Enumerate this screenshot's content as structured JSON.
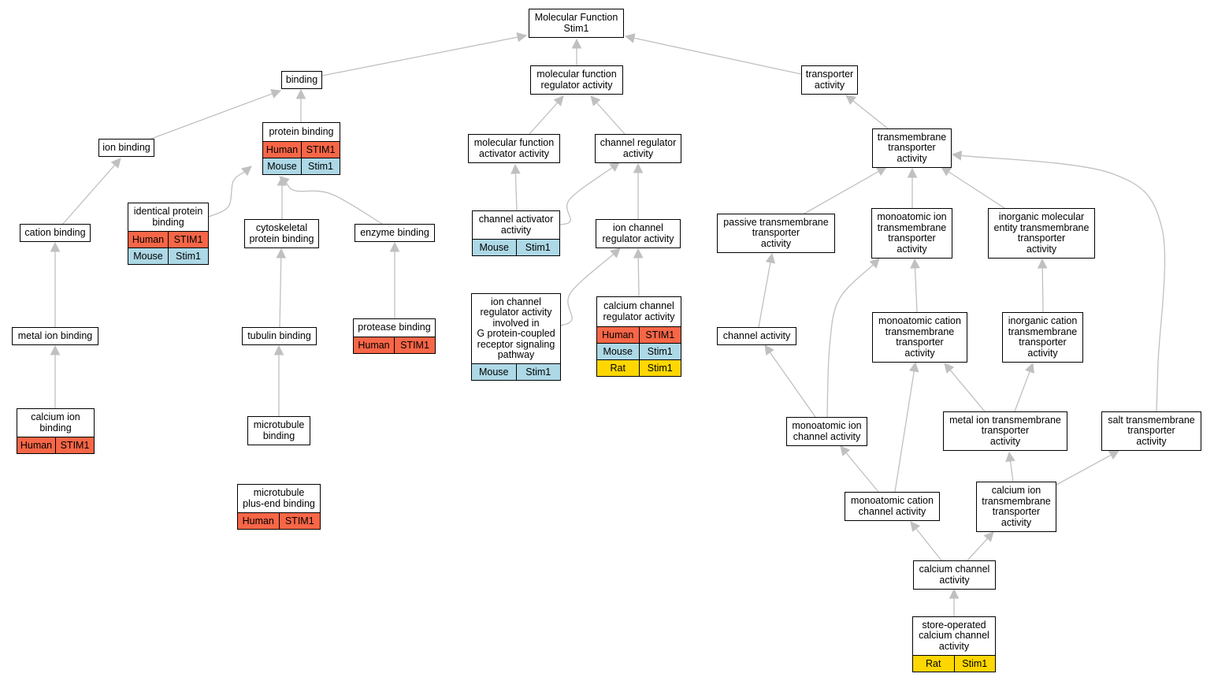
{
  "colors": {
    "edge": "#c0c0c0",
    "Human": "#f76647",
    "Mouse": "#add8e6",
    "Rat": "#ffd700"
  },
  "nodes": [
    {
      "id": "mf",
      "label": "Molecular Function\nStim1",
      "annotations": []
    },
    {
      "id": "binding",
      "label": "binding",
      "annotations": []
    },
    {
      "id": "mf_reg",
      "label": "molecular function\nregulator activity",
      "annotations": []
    },
    {
      "id": "transporter",
      "label": "transporter\nactivity",
      "annotations": []
    },
    {
      "id": "ion_binding",
      "label": "ion binding",
      "annotations": []
    },
    {
      "id": "protein_binding",
      "label": "protein binding",
      "annotations": [
        {
          "species": "Human",
          "gene": "STIM1"
        },
        {
          "species": "Mouse",
          "gene": "Stim1"
        }
      ]
    },
    {
      "id": "mf_activator",
      "label": "molecular function\nactivator activity",
      "annotations": []
    },
    {
      "id": "channel_reg",
      "label": "channel regulator\nactivity",
      "annotations": []
    },
    {
      "id": "tm_transporter",
      "label": "transmembrane\ntransporter\nactivity",
      "annotations": []
    },
    {
      "id": "cation_binding",
      "label": "cation binding",
      "annotations": []
    },
    {
      "id": "identical_pb",
      "label": "identical protein\nbinding",
      "annotations": [
        {
          "species": "Human",
          "gene": "STIM1"
        },
        {
          "species": "Mouse",
          "gene": "Stim1"
        }
      ]
    },
    {
      "id": "cytoskeletal_pb",
      "label": "cytoskeletal\nprotein binding",
      "annotations": []
    },
    {
      "id": "enzyme_binding",
      "label": "enzyme binding",
      "annotations": []
    },
    {
      "id": "channel_activator",
      "label": "channel activator\nactivity",
      "annotations": [
        {
          "species": "Mouse",
          "gene": "Stim1"
        }
      ]
    },
    {
      "id": "ion_channel_reg",
      "label": "ion channel\nregulator activity",
      "annotations": []
    },
    {
      "id": "passive_tm",
      "label": "passive transmembrane\ntransporter\nactivity",
      "annotations": []
    },
    {
      "id": "monoatomic_ion_tm",
      "label": "monoatomic ion\ntransmembrane\ntransporter\nactivity",
      "annotations": []
    },
    {
      "id": "inorganic_mol_tm",
      "label": "inorganic molecular\nentity transmembrane\ntransporter\nactivity",
      "annotations": []
    },
    {
      "id": "metal_ion_binding",
      "label": "metal ion binding",
      "annotations": []
    },
    {
      "id": "tubulin_binding",
      "label": "tubulin binding",
      "annotations": []
    },
    {
      "id": "protease_binding",
      "label": "protease binding",
      "annotations": [
        {
          "species": "Human",
          "gene": "STIM1"
        }
      ]
    },
    {
      "id": "icr_gpcr",
      "label": "ion channel\nregulator activity\ninvolved in\nG protein-coupled\nreceptor signaling\npathway",
      "annotations": [
        {
          "species": "Mouse",
          "gene": "Stim1"
        }
      ]
    },
    {
      "id": "ca_channel_reg",
      "label": "calcium channel\nregulator activity",
      "annotations": [
        {
          "species": "Human",
          "gene": "STIM1"
        },
        {
          "species": "Mouse",
          "gene": "Stim1"
        },
        {
          "species": "Rat",
          "gene": "Stim1"
        }
      ]
    },
    {
      "id": "channel_activity",
      "label": "channel activity",
      "annotations": []
    },
    {
      "id": "monoatomic_cation_tm",
      "label": "monoatomic cation\ntransmembrane\ntransporter\nactivity",
      "annotations": []
    },
    {
      "id": "inorganic_cation_tm",
      "label": "inorganic cation\ntransmembrane\ntransporter\nactivity",
      "annotations": []
    },
    {
      "id": "calcium_ion_binding",
      "label": "calcium ion\nbinding",
      "annotations": [
        {
          "species": "Human",
          "gene": "STIM1"
        }
      ]
    },
    {
      "id": "microtubule_binding",
      "label": "microtubule\nbinding",
      "annotations": []
    },
    {
      "id": "monoatomic_ion_channel",
      "label": "monoatomic ion\nchannel activity",
      "annotations": []
    },
    {
      "id": "metal_ion_tm",
      "label": "metal ion transmembrane\ntransporter\nactivity",
      "annotations": []
    },
    {
      "id": "salt_tm",
      "label": "salt transmembrane\ntransporter\nactivity",
      "annotations": []
    },
    {
      "id": "mt_plus_end",
      "label": "microtubule\nplus-end binding",
      "annotations": [
        {
          "species": "Human",
          "gene": "STIM1"
        }
      ]
    },
    {
      "id": "monoatomic_cation_channel",
      "label": "monoatomic cation\nchannel activity",
      "annotations": []
    },
    {
      "id": "ca_ion_tm",
      "label": "calcium ion\ntransmembrane\ntransporter\nactivity",
      "annotations": []
    },
    {
      "id": "ca_channel",
      "label": "calcium channel\nactivity",
      "annotations": []
    },
    {
      "id": "soc_channel",
      "label": "store-operated\ncalcium channel\nactivity",
      "annotations": [
        {
          "species": "Rat",
          "gene": "Stim1"
        }
      ]
    }
  ],
  "edges": [
    [
      "binding",
      "mf"
    ],
    [
      "mf_reg",
      "mf"
    ],
    [
      "transporter",
      "mf"
    ],
    [
      "ion_binding",
      "binding"
    ],
    [
      "protein_binding",
      "binding"
    ],
    [
      "mf_activator",
      "mf_reg"
    ],
    [
      "channel_reg",
      "mf_reg"
    ],
    [
      "tm_transporter",
      "transporter"
    ],
    [
      "cation_binding",
      "ion_binding"
    ],
    [
      "identical_pb",
      "protein_binding"
    ],
    [
      "cytoskeletal_pb",
      "protein_binding"
    ],
    [
      "enzyme_binding",
      "protein_binding"
    ],
    [
      "channel_activator",
      "mf_activator"
    ],
    [
      "channel_activator",
      "channel_reg"
    ],
    [
      "ion_channel_reg",
      "channel_reg"
    ],
    [
      "passive_tm",
      "tm_transporter"
    ],
    [
      "monoatomic_ion_tm",
      "tm_transporter"
    ],
    [
      "inorganic_mol_tm",
      "tm_transporter"
    ],
    [
      "salt_tm",
      "tm_transporter"
    ],
    [
      "metal_ion_binding",
      "cation_binding"
    ],
    [
      "tubulin_binding",
      "cytoskeletal_pb"
    ],
    [
      "protease_binding",
      "enzyme_binding"
    ],
    [
      "icr_gpcr",
      "ion_channel_reg"
    ],
    [
      "ca_channel_reg",
      "ion_channel_reg"
    ],
    [
      "channel_activity",
      "passive_tm"
    ],
    [
      "monoatomic_cation_tm",
      "monoatomic_ion_tm"
    ],
    [
      "monoatomic_ion_channel",
      "monoatomic_ion_tm"
    ],
    [
      "inorganic_cation_tm",
      "inorganic_mol_tm"
    ],
    [
      "calcium_ion_binding",
      "metal_ion_binding"
    ],
    [
      "microtubule_binding",
      "tubulin_binding"
    ],
    [
      "monoatomic_ion_channel",
      "channel_activity"
    ],
    [
      "metal_ion_tm",
      "monoatomic_cation_tm"
    ],
    [
      "metal_ion_tm",
      "inorganic_cation_tm"
    ],
    [
      "monoatomic_cation_channel",
      "monoatomic_cation_tm"
    ],
    [
      "monoatomic_cation_channel",
      "monoatomic_ion_channel"
    ],
    [
      "mt_plus_end",
      "microtubule_binding"
    ],
    [
      "ca_ion_tm",
      "metal_ion_tm"
    ],
    [
      "ca_ion_tm",
      "salt_tm"
    ],
    [
      "ca_channel",
      "monoatomic_cation_channel"
    ],
    [
      "ca_channel",
      "ca_ion_tm"
    ],
    [
      "soc_channel",
      "ca_channel"
    ]
  ]
}
